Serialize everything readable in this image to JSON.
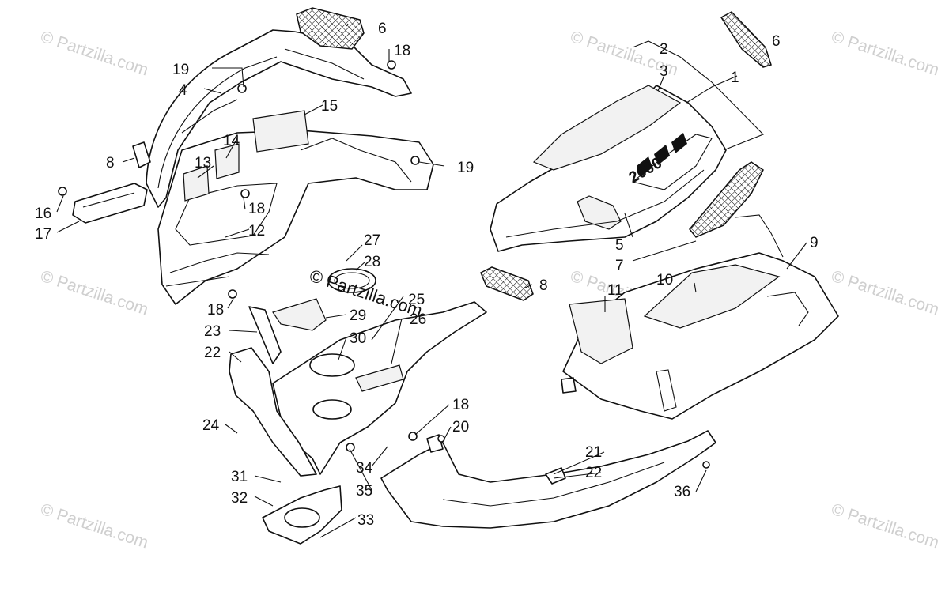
{
  "diagram": {
    "watermark": "© Partzilla.com",
    "decal_text": "2000",
    "callouts": [
      {
        "id": "c-1",
        "text": "1"
      },
      {
        "id": "c-2",
        "text": "2"
      },
      {
        "id": "c-3",
        "text": "3"
      },
      {
        "id": "c-4",
        "text": "4"
      },
      {
        "id": "c-5",
        "text": "5"
      },
      {
        "id": "c-6a",
        "text": "6"
      },
      {
        "id": "c-6b",
        "text": "6"
      },
      {
        "id": "c-7",
        "text": "7"
      },
      {
        "id": "c-8a",
        "text": "8"
      },
      {
        "id": "c-8b",
        "text": "8"
      },
      {
        "id": "c-9",
        "text": "9"
      },
      {
        "id": "c-10",
        "text": "10"
      },
      {
        "id": "c-11",
        "text": "11"
      },
      {
        "id": "c-12",
        "text": "12"
      },
      {
        "id": "c-13",
        "text": "13"
      },
      {
        "id": "c-14",
        "text": "14"
      },
      {
        "id": "c-15",
        "text": "15"
      },
      {
        "id": "c-16",
        "text": "16"
      },
      {
        "id": "c-17",
        "text": "17"
      },
      {
        "id": "c-18a",
        "text": "18"
      },
      {
        "id": "c-18b",
        "text": "18"
      },
      {
        "id": "c-18c",
        "text": "18"
      },
      {
        "id": "c-18d",
        "text": "18"
      },
      {
        "id": "c-19a",
        "text": "19"
      },
      {
        "id": "c-19b",
        "text": "19"
      },
      {
        "id": "c-20",
        "text": "20"
      },
      {
        "id": "c-21",
        "text": "21"
      },
      {
        "id": "c-22a",
        "text": "22"
      },
      {
        "id": "c-22b",
        "text": "22"
      },
      {
        "id": "c-23",
        "text": "23"
      },
      {
        "id": "c-24",
        "text": "24"
      },
      {
        "id": "c-25",
        "text": "25"
      },
      {
        "id": "c-26",
        "text": "26"
      },
      {
        "id": "c-27",
        "text": "27"
      },
      {
        "id": "c-28",
        "text": "28"
      },
      {
        "id": "c-29",
        "text": "29"
      },
      {
        "id": "c-30",
        "text": "30"
      },
      {
        "id": "c-31",
        "text": "31"
      },
      {
        "id": "c-32",
        "text": "32"
      },
      {
        "id": "c-33",
        "text": "33"
      },
      {
        "id": "c-34",
        "text": "34"
      },
      {
        "id": "c-35",
        "text": "35"
      },
      {
        "id": "c-36",
        "text": "36"
      }
    ]
  }
}
